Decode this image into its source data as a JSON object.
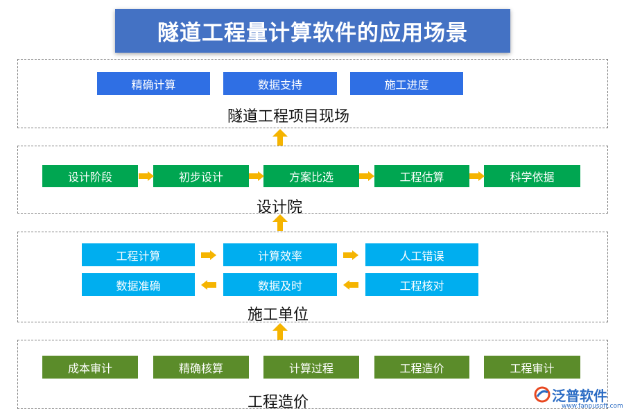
{
  "title": "隧道工程量计算软件的应用场景",
  "sections": {
    "site": {
      "label": "隧道工程项目现场",
      "items": [
        "精确计算",
        "数据支持",
        "施工进度"
      ]
    },
    "design": {
      "label": "设计院",
      "items": [
        "设计阶段",
        "初步设计",
        "方案比选",
        "工程估算",
        "科学依据"
      ]
    },
    "construction": {
      "label": "施工单位",
      "row1": [
        "工程计算",
        "计算效率",
        "人工错误"
      ],
      "row2": [
        "数据准确",
        "数据及时",
        "工程核对"
      ]
    },
    "cost": {
      "label": "工程造价",
      "items": [
        "成本审计",
        "精确核算",
        "计算过程",
        "工程造价",
        "工程审计"
      ]
    }
  },
  "logo": {
    "name": "泛普软件",
    "url": "www.fanpusoft.com"
  },
  "colors": {
    "title": "#4472c4",
    "site": "#2f6fe4",
    "design": "#00a651",
    "construction": "#00aeef",
    "cost": "#5b8c2a",
    "arrow": "#f5b400"
  }
}
